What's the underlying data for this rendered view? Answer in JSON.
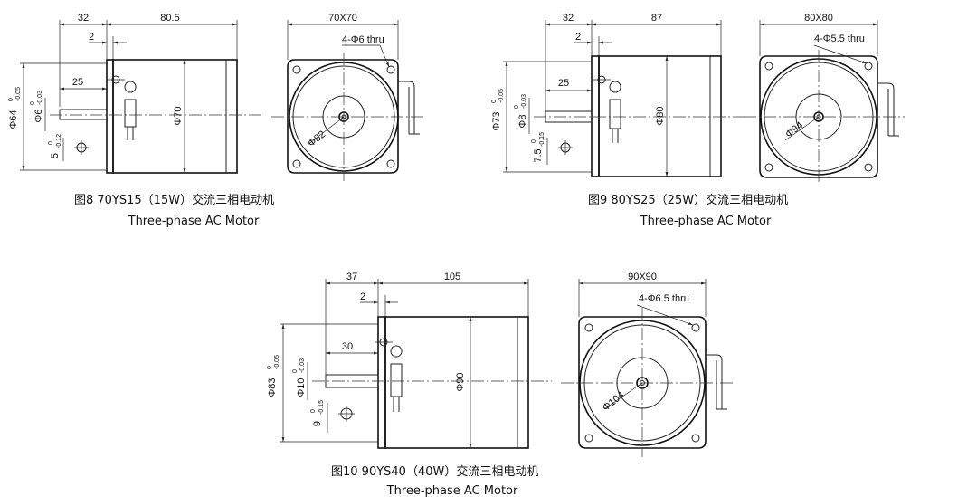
{
  "figures": [
    {
      "caption": "图8  70YS15（15W）交流三相电动机",
      "subcaption": "Three-phase AC Motor",
      "dim_flange": "32",
      "dim_body": "80.5",
      "dim_gap": "2",
      "dim_shaft": "25",
      "dim_body_dia": "Φ70",
      "dim_pilot": "Φ64",
      "dim_pilot_tol_up": "0",
      "dim_pilot_tol_low": "-0.05",
      "dim_shaft_dia": "Φ6",
      "dim_shaft_tol_up": "0",
      "dim_shaft_tol_low": "-0.03",
      "dim_flat": "5",
      "dim_flat_tol_up": "0",
      "dim_flat_tol_low": "-0.12",
      "dim_square": "70X70",
      "dim_holes": "4-Φ6 thru",
      "dim_bolt_circle": "Φ82"
    },
    {
      "caption": "图9  80YS25（25W）交流三相电动机",
      "subcaption": "Three-phase AC Motor",
      "dim_flange": "32",
      "dim_body": "87",
      "dim_gap": "2",
      "dim_shaft": "25",
      "dim_body_dia": "Φ80",
      "dim_pilot": "Φ73",
      "dim_pilot_tol_up": "0",
      "dim_pilot_tol_low": "-0.05",
      "dim_shaft_dia": "Φ8",
      "dim_shaft_tol_up": "0",
      "dim_shaft_tol_low": "-0.03",
      "dim_flat": "7.5",
      "dim_flat_tol_up": "0",
      "dim_flat_tol_low": "-0.15",
      "dim_square": "80X80",
      "dim_holes": "4-Φ5.5 thru",
      "dim_bolt_circle": "Φ94"
    },
    {
      "caption": "图10  90YS40（40W）交流三相电动机",
      "subcaption": "Three-phase AC Motor",
      "dim_flange": "37",
      "dim_body": "105",
      "dim_gap": "2",
      "dim_shaft": "30",
      "dim_body_dia": "Φ90",
      "dim_pilot": "Φ83",
      "dim_pilot_tol_up": "0",
      "dim_pilot_tol_low": "-0.05",
      "dim_shaft_dia": "Φ10",
      "dim_shaft_tol_up": "0",
      "dim_shaft_tol_low": "-0.03",
      "dim_flat": "9",
      "dim_flat_tol_up": "0",
      "dim_flat_tol_low": "-0.15",
      "dim_square": "90X90",
      "dim_holes": "4-Φ6.5 thru",
      "dim_bolt_circle": "Φ104"
    }
  ]
}
